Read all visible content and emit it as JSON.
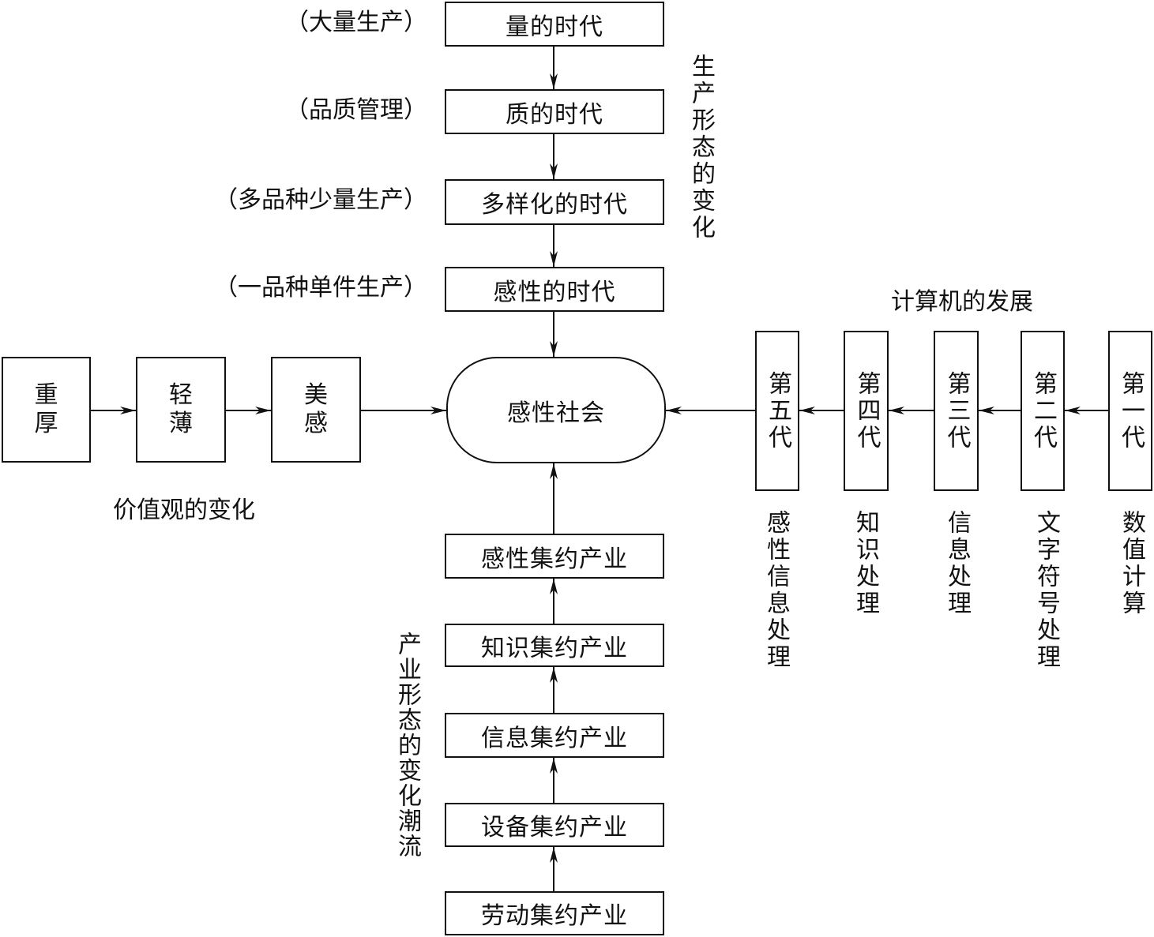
{
  "production": {
    "title": "生产形态的变化",
    "eras": [
      {
        "label": "量的时代",
        "note": "（大量生产）"
      },
      {
        "label": "质的时代",
        "note": "（品质管理）"
      },
      {
        "label": "多样化的时代",
        "note": "（多品种少量生产）"
      },
      {
        "label": "感性的时代",
        "note": "（一品种单件生产）"
      }
    ]
  },
  "center": {
    "label": "感性社会"
  },
  "values": {
    "title": "价值观的变化",
    "items": [
      "重厚",
      "轻薄",
      "美感"
    ]
  },
  "computers": {
    "title": "计算机的发展",
    "generations": [
      {
        "label": "第五代",
        "caption": "感性信息处理"
      },
      {
        "label": "第四代",
        "caption": "知识处理"
      },
      {
        "label": "第三代",
        "caption": "信息处理"
      },
      {
        "label": "第二代",
        "caption": "文字符号处理"
      },
      {
        "label": "第一代",
        "caption": "数值计算"
      }
    ]
  },
  "industry": {
    "title": "产业形态的变化潮流",
    "stages": [
      "感性集约产业",
      "知识集约产业",
      "信息集约产业",
      "设备集约产业",
      "劳动集约产业"
    ]
  }
}
